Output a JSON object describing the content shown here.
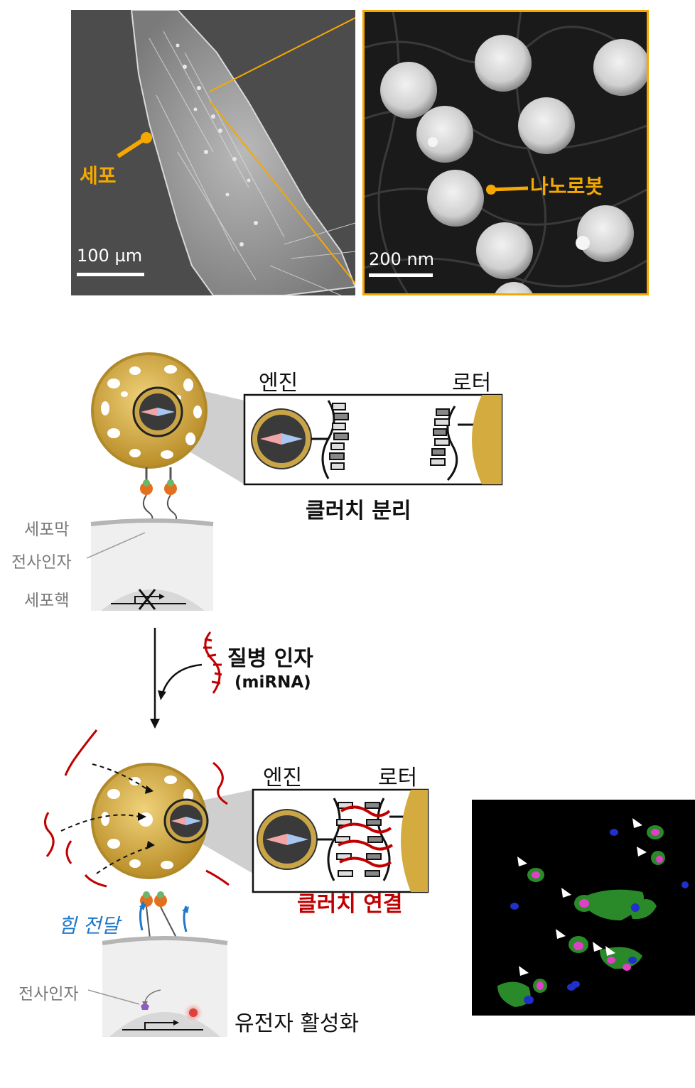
{
  "sem": {
    "cell_label": "세포",
    "nanorobot_label": "나노로봇",
    "scale_left": "100 µm",
    "scale_right": "200 nm"
  },
  "top_diagram": {
    "engine_label": "엔진",
    "rotor_label": "로터",
    "caption": "클러치 분리",
    "membrane_label": "세포막",
    "tf_label": "전사인자",
    "nucleus_label": "세포핵"
  },
  "arrow_section": {
    "trigger_label": "질병 인자",
    "trigger_sub": "(miRNA)"
  },
  "bottom_diagram": {
    "engine_label": "엔진",
    "rotor_label": "로터",
    "caption": "클러치 연결",
    "force_label": "힘 전달",
    "tf_label": "전사인자",
    "outcome_label": "유전자 활성화"
  },
  "colors": {
    "accent_orange": "#f5a800",
    "clutch_red": "#c00000",
    "force_blue": "#1f78c8",
    "robot_gold": "#d9b24a"
  }
}
